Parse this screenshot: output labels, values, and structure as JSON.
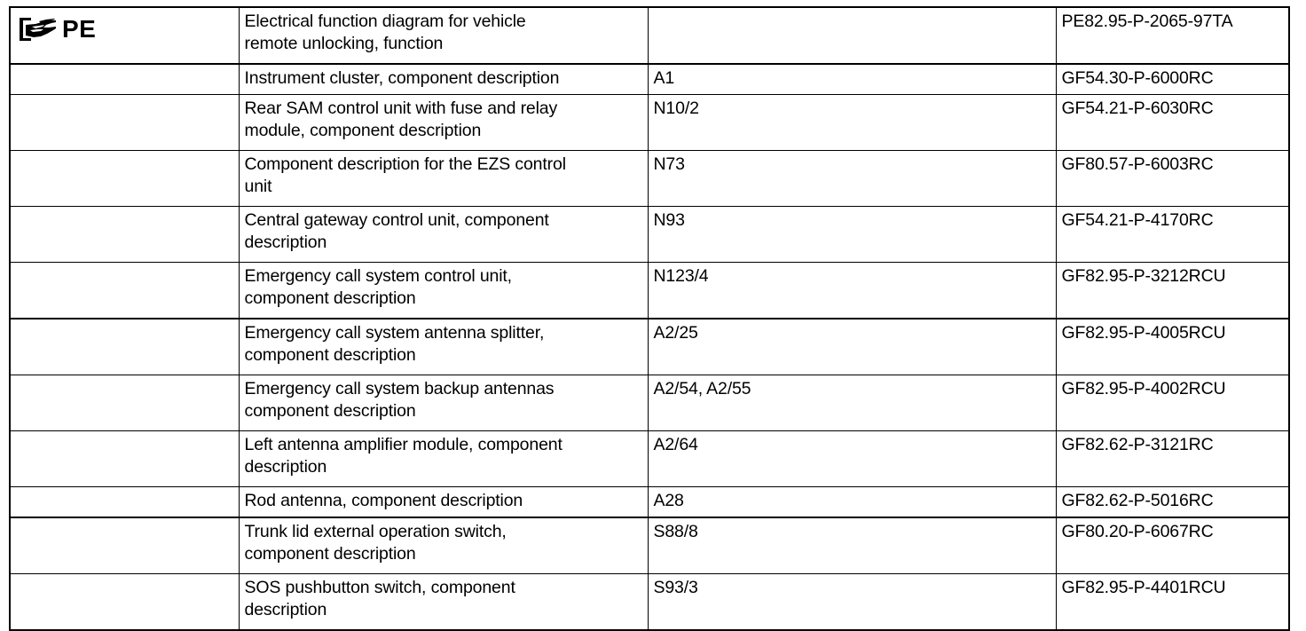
{
  "document": {
    "section_label": "PE",
    "icon": "pointing-hand-icon"
  },
  "table": {
    "columns": [
      "section",
      "description",
      "component_code",
      "reference_number"
    ],
    "rows": [
      {
        "section": "PE",
        "description": "Electrical function diagram for vehicle\nremote unlocking, function",
        "component_code": "",
        "reference_number": "PE82.95-P-2065-97TA",
        "height": "tall"
      },
      {
        "section": "",
        "description": "Instrument cluster, component description",
        "component_code": "A1",
        "reference_number": "GF54.30-P-6000RC",
        "height": "short"
      },
      {
        "section": "",
        "description": "Rear SAM control unit with fuse and relay\nmodule, component description",
        "component_code": "N10/2",
        "reference_number": "GF54.21-P-6030RC",
        "height": "tall"
      },
      {
        "section": "",
        "description": "Component description for the EZS control\nunit",
        "component_code": "N73",
        "reference_number": "GF80.57-P-6003RC",
        "height": "tall"
      },
      {
        "section": "",
        "description": "Central gateway control unit, component\ndescription",
        "component_code": "N93",
        "reference_number": "GF54.21-P-4170RC",
        "height": "tall"
      },
      {
        "section": "",
        "description": "Emergency call system control unit,\ncomponent description",
        "component_code": "N123/4",
        "reference_number": "GF82.95-P-3212RCU",
        "height": "tall"
      },
      {
        "section": "",
        "description": "Emergency call system antenna splitter,\ncomponent description",
        "component_code": "A2/25",
        "reference_number": "GF82.95-P-4005RCU",
        "height": "tall"
      },
      {
        "section": "",
        "description": "Emergency call system backup antennas\ncomponent description",
        "component_code": "A2/54, A2/55",
        "reference_number": "GF82.95-P-4002RCU",
        "height": "tall"
      },
      {
        "section": "",
        "description": "Left antenna amplifier module, component\ndescription",
        "component_code": "A2/64",
        "reference_number": "GF82.62-P-3121RC",
        "height": "tall"
      },
      {
        "section": "",
        "description": "Rod antenna, component description",
        "component_code": "A28",
        "reference_number": "GF82.62-P-5016RC",
        "height": "short"
      },
      {
        "section": "",
        "description": "Trunk lid external operation switch,\ncomponent description",
        "component_code": "S88/8",
        "reference_number": "GF80.20-P-6067RC",
        "height": "tall"
      },
      {
        "section": "",
        "description": "SOS pushbutton switch, component\ndescription",
        "component_code": "S93/3",
        "reference_number": "GF82.95-P-4401RCU",
        "height": "tall"
      }
    ]
  }
}
